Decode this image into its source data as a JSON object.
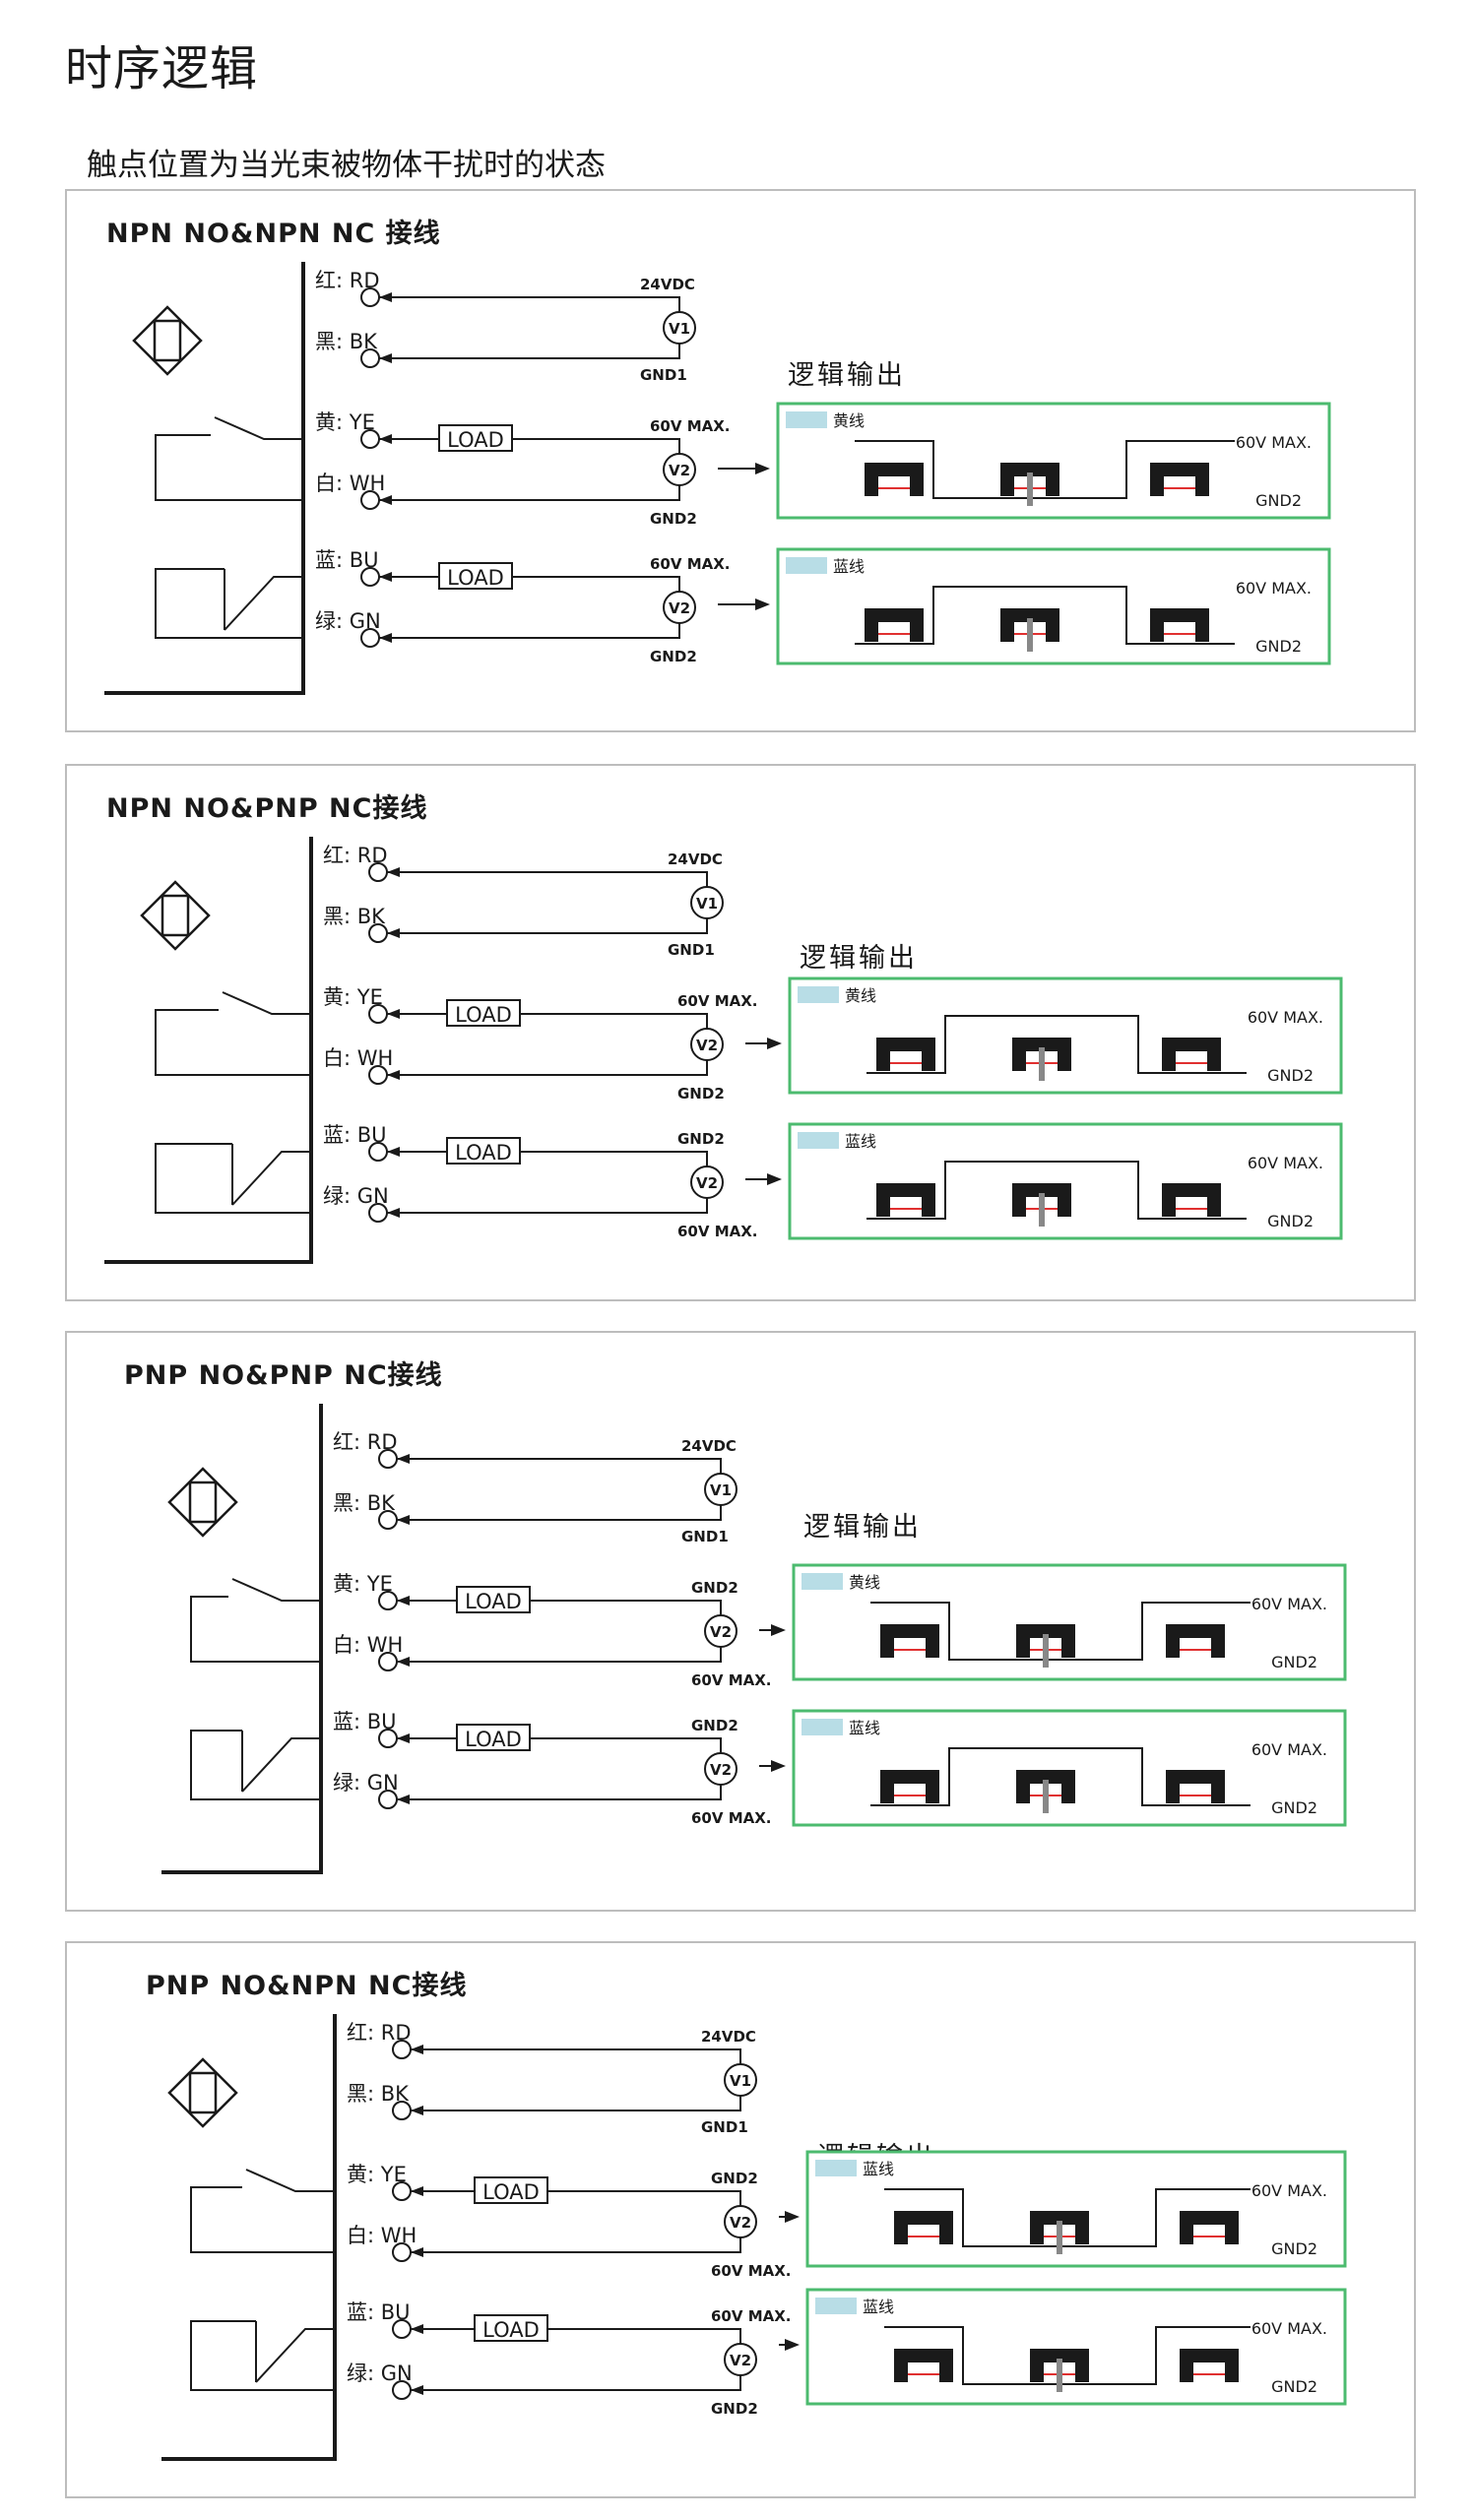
{
  "page": {
    "title": "时序逻辑",
    "subtitle": "触点位置为当光束被物体干扰时的状态"
  },
  "colors": {
    "panel_border": "#bdbdbd",
    "output_box_border": "#4cbb6f",
    "swatch": "#b8dde6",
    "beam_red": "#e03030",
    "target_gray": "#888888"
  },
  "common": {
    "logic_label": "逻辑输出",
    "wires": {
      "rd": "红: RD",
      "bk": "黑: BK",
      "ye": "黄: YE",
      "wh": "白: WH",
      "bu": "蓝: BU",
      "gn": "绿: GN"
    },
    "load": "LOAD",
    "v1": "V1",
    "v2": "V2",
    "supply": "24VDC",
    "gnd1": "GND1",
    "gnd2": "GND2",
    "vmax": "60V MAX."
  },
  "panels": [
    {
      "title": "NPN NO&NPN NC 接线",
      "ye_top": "60V MAX.",
      "ye_bot": "GND2",
      "bu_top": "60V MAX.",
      "bu_bot": "GND2",
      "out1": {
        "name": "黄线",
        "low_high_low": false
      },
      "out2": {
        "name": "蓝线",
        "low_high_low": true
      }
    },
    {
      "title": "NPN NO&PNP NC接线",
      "ye_top": "60V MAX.",
      "ye_bot": "GND2",
      "bu_top": "GND2",
      "bu_bot": "60V MAX.",
      "out1": {
        "name": "黄线",
        "low_high_low": true
      },
      "out2": {
        "name": "蓝线",
        "low_high_low": true
      }
    },
    {
      "title": "PNP NO&PNP NC接线",
      "ye_top": "GND2",
      "ye_bot": "60V MAX.",
      "bu_top": "GND2",
      "bu_bot": "60V MAX.",
      "out1": {
        "name": "黄线",
        "low_high_low": false
      },
      "out2": {
        "name": "蓝线",
        "low_high_low": true
      }
    },
    {
      "title": "PNP NO&NPN NC接线",
      "ye_top": "GND2",
      "ye_bot": "60V MAX.",
      "bu_top": "60V MAX.",
      "bu_bot": "GND2",
      "out1": {
        "name": "蓝线",
        "low_high_low": false
      },
      "out2": {
        "name": "蓝线",
        "low_high_low": false
      }
    }
  ]
}
